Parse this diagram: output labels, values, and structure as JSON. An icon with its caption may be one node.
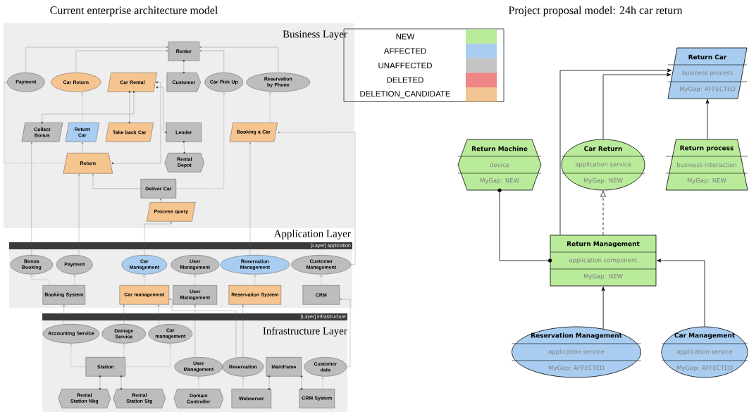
{
  "diagram": {
    "nodes": [
      {
        "text": [
          "Business Layer"
        ]
      },
      {
        "text": [
          "Renter"
        ],
        "in": 0
      },
      {
        "text": [
          "Payment"
        ],
        "in": 0
      },
      {
        "text": [
          "Car Return"
        ],
        "in": 0
      },
      {
        "text": [
          "Car Rental"
        ],
        "in": 0
      },
      {
        "text": [
          "Customer"
        ],
        "in": 0
      },
      {
        "text": [
          "Car Pick Up"
        ],
        "in": 0
      },
      {
        "text": [
          "Reservation by Phone"
        ],
        "in": 0
      },
      {
        "text": [
          "Collect Bonus"
        ],
        "in": 0
      },
      {
        "text": [
          "Return Car"
        ],
        "in": 0
      },
      {
        "text": [
          "Take back Car"
        ],
        "in": 0
      },
      {
        "text": [
          "Lender"
        ],
        "in": 0
      },
      {
        "text": [
          "Booking a Car"
        ],
        "in": 0
      },
      {
        "text": [
          "Return"
        ],
        "in": 0
      },
      {
        "text": [
          "Rental Depot"
        ],
        "in": 0
      },
      {
        "text": [
          "Deliver Car"
        ],
        "in": 0
      },
      {
        "text": [
          "Process query"
        ],
        "in": 0
      },
      {
        "text": [
          "Application Layer",
          "[Layer] application"
        ]
      },
      {
        "text": [
          "Bonus Booking"
        ],
        "in": 17
      },
      {
        "text": [
          "Payment"
        ],
        "in": 17
      },
      {
        "text": [
          "Car Management"
        ],
        "in": 17
      },
      {
        "text": [
          "User Management"
        ],
        "in": 17
      },
      {
        "text": [
          "Reservation Management"
        ],
        "in": 17
      },
      {
        "text": [
          "Customer Management"
        ],
        "in": 17
      },
      {
        "text": [
          "Booking System"
        ],
        "in": 17
      },
      {
        "text": [
          "Car management"
        ],
        "in": 17
      },
      {
        "text": [
          "User Management"
        ],
        "in": 17
      },
      {
        "text": [
          "Reservation System"
        ],
        "in": 17
      },
      {
        "text": [
          "CRM"
        ],
        "in": 17
      },
      {
        "text": [
          "[Layer] infrastructure",
          "Infrastructure Layer"
        ]
      },
      {
        "text": [
          "Accounting Service"
        ],
        "in": 29
      },
      {
        "text": [
          "Damage Service"
        ],
        "in": 29
      },
      {
        "text": [
          "Car management"
        ],
        "in": 29
      },
      {
        "text": [
          "Station"
        ],
        "in": 29
      },
      {
        "text": [
          "User Management"
        ],
        "in": 29
      },
      {
        "text": [
          "Reservation"
        ],
        "in": 29
      },
      {
        "text": [
          "Mainframe"
        ],
        "in": 29
      },
      {
        "text": [
          "Customer data"
        ],
        "in": 29
      },
      {
        "text": [
          "Rental Station Nbg"
        ],
        "in": 29
      },
      {
        "text": [
          "Rental Station Stg"
        ],
        "in": 29
      },
      {
        "text": [
          "Domain Controller"
        ],
        "in": 29
      },
      {
        "text": [
          "Webserver"
        ],
        "in": 29
      },
      {
        "text": [
          "CRM System"
        ],
        "in": 29
      },
      {
        "text": [
          "Return Car",
          "business process",
          "MyGap: AFFECTED"
        ]
      },
      {
        "text": [
          "Return Machine",
          "device",
          "MyGap: NEW"
        ]
      },
      {
        "text": [
          "Car Return",
          "application service",
          "MyGap: NEW"
        ]
      },
      {
        "text": [
          "Return process",
          "business interaction",
          "MyGap: NEW"
        ]
      },
      {
        "text": [
          "Return Management",
          "application component",
          "MyGap: NEW"
        ]
      },
      {
        "text": [
          "Reservation Management",
          "application service",
          "MyGap: AFFECTED"
        ]
      },
      {
        "text": [
          "Car Management",
          "application service",
          "MyGap: AFFECTED"
        ]
      }
    ],
    "edges": [
      {
        "from": 2,
        "to": 1,
        "arrow": "to"
      },
      {
        "from": 3,
        "to": 1,
        "arrow": "to"
      },
      {
        "from": 6,
        "to": 1,
        "arrow": "to"
      },
      {
        "from": 7,
        "to": 1,
        "arrow": "to"
      },
      {
        "from": 1,
        "to": 5,
        "arrow": "other"
      },
      {
        "from": 11,
        "to": 14,
        "arrow": "other"
      },
      {
        "from": 9,
        "to": 3,
        "arrow": "to",
        "style": "dashed"
      },
      {
        "from": 10,
        "to": 4,
        "arrow": "other"
      },
      {
        "from": 8,
        "to": 4,
        "arrow": "other"
      },
      {
        "from": 13,
        "to": 4,
        "arrow": "other"
      },
      {
        "from": 12,
        "to": 7,
        "arrow": "to",
        "style": "dashed"
      },
      {
        "from": 15,
        "to": 6,
        "arrow": "to",
        "style": "dashed"
      },
      {
        "from": 13,
        "to": 2,
        "arrow": "to",
        "style": "dashed"
      },
      {
        "from": 15,
        "to": 13,
        "arrow": "to"
      },
      {
        "from": 16,
        "to": 15,
        "arrow": "to"
      },
      {
        "from": 13,
        "to": 9,
        "arrow": "to"
      },
      {
        "from": 11,
        "to": 4,
        "arrow": "other"
      },
      {
        "from": 22,
        "to": 12,
        "arrow": "to"
      },
      {
        "from": 23,
        "to": 12,
        "arrow": "to"
      },
      {
        "from": 18,
        "to": 8,
        "arrow": "to"
      },
      {
        "from": 19,
        "to": 13,
        "arrow": "to"
      },
      {
        "from": 20,
        "to": 16,
        "arrow": "to"
      },
      {
        "from": 24,
        "to": 18,
        "arrow": "to",
        "style": "dashed"
      },
      {
        "from": 24,
        "to": 19,
        "arrow": "to",
        "style": "dashed"
      },
      {
        "from": 25,
        "to": 20,
        "arrow": "to",
        "style": "dashed"
      },
      {
        "from": 26,
        "to": 21,
        "arrow": "to",
        "style": "dashed"
      },
      {
        "from": 27,
        "to": 22,
        "arrow": "to",
        "style": "dashed"
      },
      {
        "from": 28,
        "to": 23,
        "arrow": "to",
        "style": "dashed"
      },
      {
        "from": 30,
        "to": 24,
        "arrow": "to"
      },
      {
        "from": 31,
        "to": 25,
        "arrow": "to"
      },
      {
        "from": 32,
        "to": 25,
        "arrow": "to"
      },
      {
        "from": 34,
        "to": 26,
        "arrow": "to"
      },
      {
        "from": 35,
        "to": 27,
        "arrow": "to"
      },
      {
        "from": 37,
        "to": 28,
        "arrow": "to"
      },
      {
        "from": 35,
        "to": 25,
        "arrow": "to"
      },
      {
        "from": 33,
        "to": 30,
        "arrow": "to",
        "style": "dashed"
      },
      {
        "from": 33,
        "to": 31,
        "arrow": "to",
        "style": "dashed"
      },
      {
        "from": 33,
        "to": 32,
        "arrow": "to",
        "style": "dashed"
      },
      {
        "from": 40,
        "to": 34,
        "arrow": "to",
        "style": "dashed"
      },
      {
        "from": 41,
        "to": 35,
        "arrow": "to",
        "style": "dashed"
      },
      {
        "from": 42,
        "to": 37,
        "arrow": "to",
        "style": "dashed"
      },
      {
        "from": 33,
        "to": 38,
        "arrow": "other"
      },
      {
        "from": 33,
        "to": 39,
        "arrow": "other"
      },
      {
        "from": 36,
        "to": 41,
        "arrow": "other"
      },
      {
        "from": 36,
        "to": 42,
        "arrow": "other"
      },
      {
        "from": 47,
        "to": 43,
        "arrow": "to"
      },
      {
        "from": 45,
        "to": 43,
        "arrow": "to"
      },
      {
        "from": 46,
        "to": 43,
        "arrow": "to"
      },
      {
        "from": 47,
        "to": 45,
        "arrow": "to",
        "style": "dashed"
      },
      {
        "from": 44,
        "to": 47,
        "arrow": "other"
      },
      {
        "from": 48,
        "to": 47,
        "arrow": "to"
      },
      {
        "from": 49,
        "to": 47,
        "arrow": "to"
      }
    ],
    "labels": [
      "Current enterprise architecture model",
      "Project proposal model: 24h car return"
    ],
    "legend": [
      {
        "text": "NEW",
        "color": "#b9eb9b"
      },
      {
        "text": "AFFECTED",
        "color": "#a9cdf0"
      },
      {
        "text": "UNAFFECTED",
        "color": "#c4c4c4"
      },
      {
        "text": "DELETED",
        "color": "#ee8484"
      },
      {
        "text": "DELETION_CANDIDATE",
        "color": "#f2c393"
      }
    ]
  }
}
